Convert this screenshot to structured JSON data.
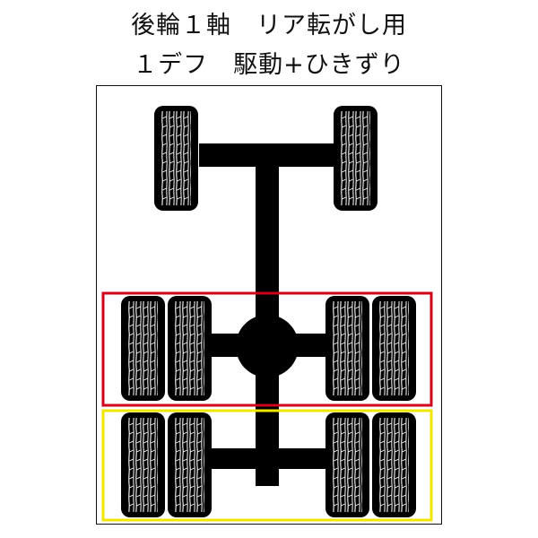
{
  "title": {
    "line1": "後輪１軸　リア転がし用",
    "line2": "１デフ　駆動+ひきずり"
  },
  "colors": {
    "background": "#ffffff",
    "frame_border": "#111111",
    "chassis": "#000000",
    "tire": "#000000",
    "tread": "#ffffff",
    "drive_axle_highlight": "#d0021b",
    "drag_axle_highlight": "#f2e600"
  },
  "axles": [
    {
      "name": "front-axle",
      "tires_per_side": 1,
      "highlight": "none",
      "differential": false
    },
    {
      "name": "rear-drive-axle",
      "tires_per_side": 2,
      "highlight": "drive_axle_highlight",
      "differential": true
    },
    {
      "name": "rear-drag-axle",
      "tires_per_side": 2,
      "highlight": "drag_axle_highlight",
      "differential": false
    }
  ]
}
